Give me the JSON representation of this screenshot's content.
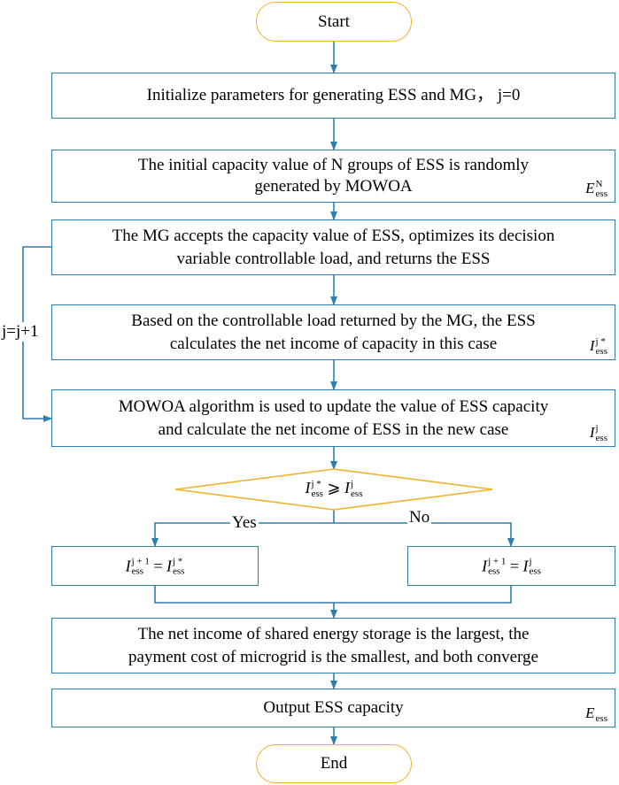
{
  "nodes": {
    "start": "Start",
    "init": "Initialize parameters for generating ESS and MG， j=0",
    "initial_capacity": [
      "The initial capacity value of N groups of ESS is randomly",
      "generated by MOWOA"
    ],
    "mg_accepts": [
      "The MG accepts the capacity value of ESS, optimizes its decision",
      "variable controllable load, and returns the ESS"
    ],
    "based_on": [
      "Based on the controllable load returned by the MG, the ESS",
      "calculates the net income of capacity in this case"
    ],
    "mowoa_update": [
      "MOWOA algorithm is used to update the value of ESS capacity",
      "and calculate the net income of ESS in the new case"
    ],
    "net_income": [
      "The net income of shared energy storage is the largest, the",
      "payment cost of microgrid is the smallest, and both converge"
    ],
    "output": "Output ESS capacity",
    "end": "End"
  },
  "math": {
    "E": "E",
    "I": "I",
    "ess": "ess",
    "N": "N",
    "j": "j",
    "jstar": "j *",
    "jplus1": "j + 1",
    "geq": " ⩾ ",
    "eq": " = "
  },
  "labels": {
    "loop": "j=j+1",
    "yes": "Yes",
    "no": "No"
  },
  "colors": {
    "box_border": "#2E7FAF",
    "terminal_border": "#F2B22B",
    "decision_border": "#F2B22B"
  }
}
